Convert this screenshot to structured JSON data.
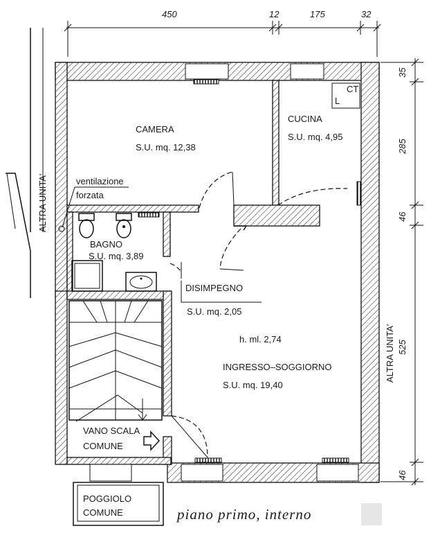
{
  "dimensions": {
    "top": [
      "450",
      "12",
      "175",
      "32"
    ],
    "right": [
      "35",
      "285",
      "46",
      "525",
      "46"
    ]
  },
  "rooms": {
    "camera": {
      "name": "CAMERA",
      "area": "S.U. mq. 12,38"
    },
    "cucina": {
      "name": "CUCINA",
      "area": "S.U. mq. 4,95"
    },
    "bagno": {
      "name": "BAGNO",
      "area": "S.U. mq. 3,89"
    },
    "disimpegno": {
      "name": "DISIMPEGNO",
      "area": "S.U. mq. 2,05"
    },
    "soggiorno": {
      "height": "h. ml. 2,74",
      "name": "INGRESSO–SOGGIORNO",
      "area": "S.U. mq. 19,40"
    },
    "vano_scala": {
      "line1": "VANO SCALA",
      "line2": "COMUNE"
    },
    "poggiolo": {
      "line1": "POGGIOLO",
      "line2": "COMUNE"
    }
  },
  "labels": {
    "ventilazione_1": "ventilazione",
    "ventilazione_2": "forzata",
    "altra_unita_left": "ALTRA UNITA'",
    "altra_unita_right": "ALTRA UNITA'",
    "ct_c": "CT",
    "ct_l": "L"
  },
  "caption": "piano primo, interno",
  "icons": [
    "arrow-right-icon",
    "toilet-icon",
    "bidet-icon",
    "sink-icon",
    "shower-tray-icon",
    "stair-arrow-icon"
  ]
}
